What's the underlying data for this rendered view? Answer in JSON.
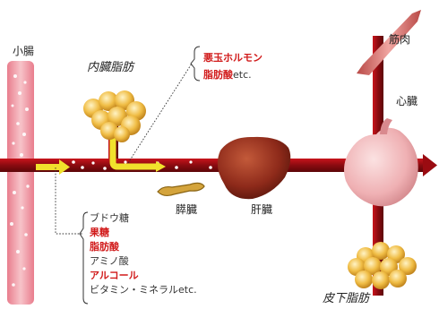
{
  "labels": {
    "small_intestine": "小腸",
    "visceral_fat": "内臓脂肪",
    "muscle": "筋肉",
    "heart": "心臓",
    "pancreas": "膵臓",
    "liver": "肝臓",
    "subcutaneous_fat": "皮下脂肪"
  },
  "bad_substances": {
    "hormone": "悪玉ホルモン",
    "fatty_acid": "脂肪酸",
    "etc": "etc."
  },
  "nutrients": [
    {
      "text": "ブドウ糖",
      "highlight": false
    },
    {
      "text": "果糖",
      "highlight": true
    },
    {
      "text": "脂肪酸",
      "highlight": true
    },
    {
      "text": "アミノ酸",
      "highlight": false
    },
    {
      "text": "アルコール",
      "highlight": true
    },
    {
      "text": "ビタミン・ミネラルetc.",
      "highlight": false
    }
  ],
  "colors": {
    "vessel": "#a30d12",
    "intestine": "#f3a7b0",
    "fat": "#f2c14a",
    "liver": "#8e2a1a",
    "heart": "#f0b5b8",
    "muscle": "#d9706e",
    "highlight_text": "#d11a1a",
    "arrow_yellow": "#f1e12c"
  }
}
